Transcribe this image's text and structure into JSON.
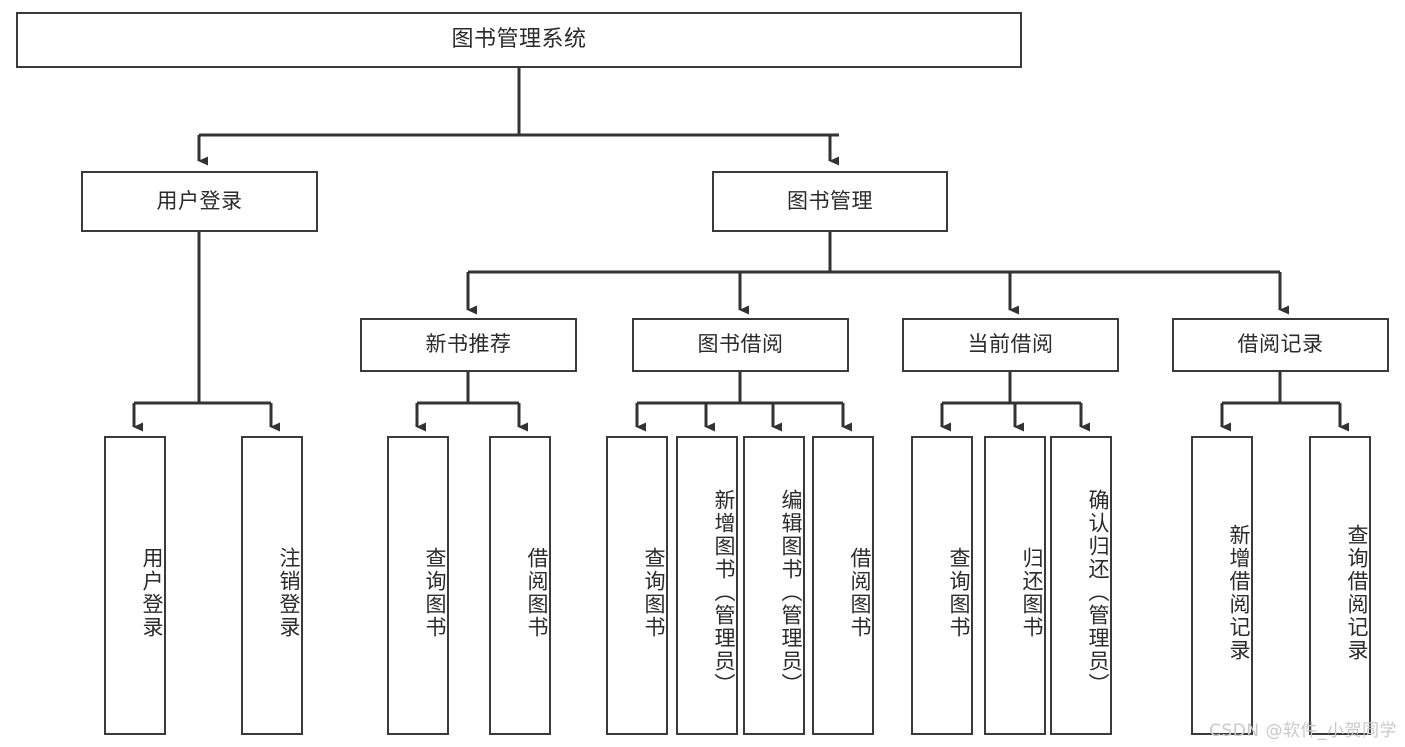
{
  "diagram": {
    "title": "图书管理系统",
    "type": "tree-hierarchy",
    "colors": {
      "box_border": "#3a3a3a",
      "box_fill": "#ffffff",
      "text": "#2b2b2b",
      "edge": "#333333",
      "watermark": "#c9c9c9"
    },
    "root": {
      "label": "图书管理系统"
    },
    "level1": [
      {
        "label": "用户登录"
      },
      {
        "label": "图书管理"
      }
    ],
    "level2": [
      {
        "label": "新书推荐"
      },
      {
        "label": "图书借阅"
      },
      {
        "label": "当前借阅"
      },
      {
        "label": "借阅记录"
      }
    ],
    "leaves": {
      "user_login": [
        {
          "label": "用户登录"
        },
        {
          "label": "注销登录"
        }
      ],
      "new_book_recommend": [
        {
          "label": "查询图书"
        },
        {
          "label": "借阅图书"
        }
      ],
      "book_borrow": [
        {
          "label": "查询图书"
        },
        {
          "label": "新增图书（管理员）"
        },
        {
          "label": "编辑图书（管理员）"
        },
        {
          "label": "借阅图书"
        }
      ],
      "current_borrow": [
        {
          "label": "查询图书"
        },
        {
          "label": "归还图书"
        },
        {
          "label": "确认归还（管理员）"
        }
      ],
      "borrow_record": [
        {
          "label": "新增借阅记录"
        },
        {
          "label": "查询借阅记录"
        }
      ]
    },
    "watermark": "CSDN @软件_小贺同学"
  }
}
